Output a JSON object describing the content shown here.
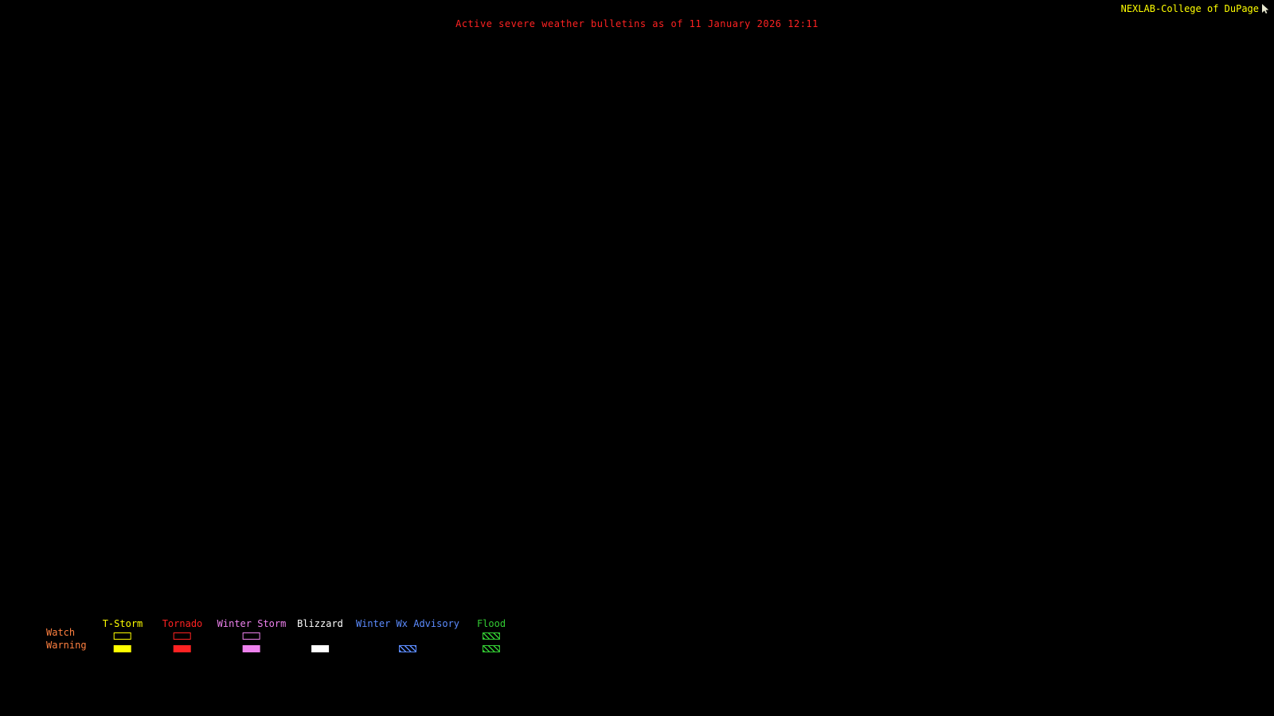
{
  "header": {
    "title": "Active severe weather bulletins as of 11 January 2026 12:11",
    "title_color": "#ff2222",
    "branding": "NEXLAB-College of DuPage",
    "branding_color": "#ffff00",
    "cursor_color": "#e8e8d0"
  },
  "legend": {
    "watch_label": "Watch",
    "warning_label": "Warning",
    "row_label_color": "#ff8040",
    "columns": [
      {
        "label": "T-Storm",
        "color": "#ffff00",
        "watch": "outline",
        "warning": "solid"
      },
      {
        "label": "Tornado",
        "color": "#ff2222",
        "watch": "outline",
        "warning": "solid"
      },
      {
        "label": "Winter Storm",
        "color": "#ee82ee",
        "watch": "outline",
        "warning": "solid"
      },
      {
        "label": "Blizzard",
        "color": "#ffffff",
        "watch": "none",
        "warning": "solid"
      },
      {
        "label": "Winter Wx Advisory",
        "color": "#5c8cff",
        "watch": "none",
        "warning": "hatch"
      },
      {
        "label": "Flood",
        "color": "#33cc33",
        "watch": "hatch",
        "warning": "hatch"
      }
    ]
  }
}
